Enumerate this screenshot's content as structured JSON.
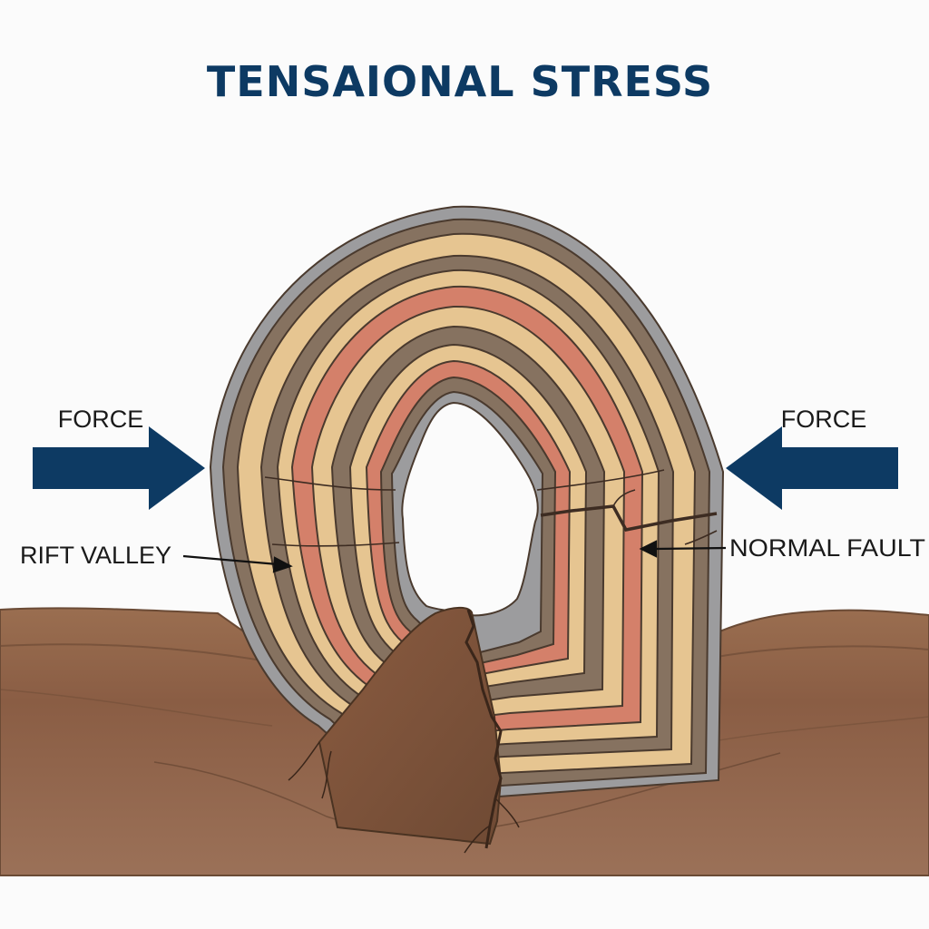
{
  "title": "TENSAIONAL STRESS",
  "labels": {
    "force_left": "FORCE",
    "force_right": "FORCE",
    "rift_valley": "RIFT VALLEY",
    "normal_fault": "NORMAL FAULT"
  },
  "colors": {
    "title": "#0d3a63",
    "arrow": "#0d3a63",
    "label": "#1a1a1a",
    "outline": "#4a3a2e",
    "layer_grey": "#9c9c9e",
    "layer_brown": "#867260",
    "layer_tan": "#e6c591",
    "layer_red": "#d4806a",
    "ground_top": "#9a6e50",
    "ground_deep": "#85573f"
  }
}
